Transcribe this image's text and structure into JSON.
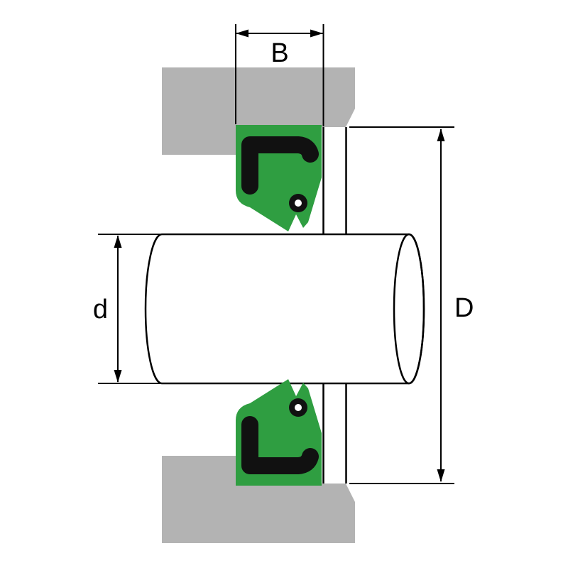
{
  "diagram": {
    "type": "seal-cross-section-technical-drawing",
    "labels": {
      "seal_width": "B",
      "shaft_diameter": "d",
      "outer_diameter": "D"
    },
    "colors": {
      "housing": "#b3b3b3",
      "seal": "#2f9e41",
      "case": "#111111",
      "shaft_fill": "#ffffff",
      "line": "#000000"
    }
  }
}
